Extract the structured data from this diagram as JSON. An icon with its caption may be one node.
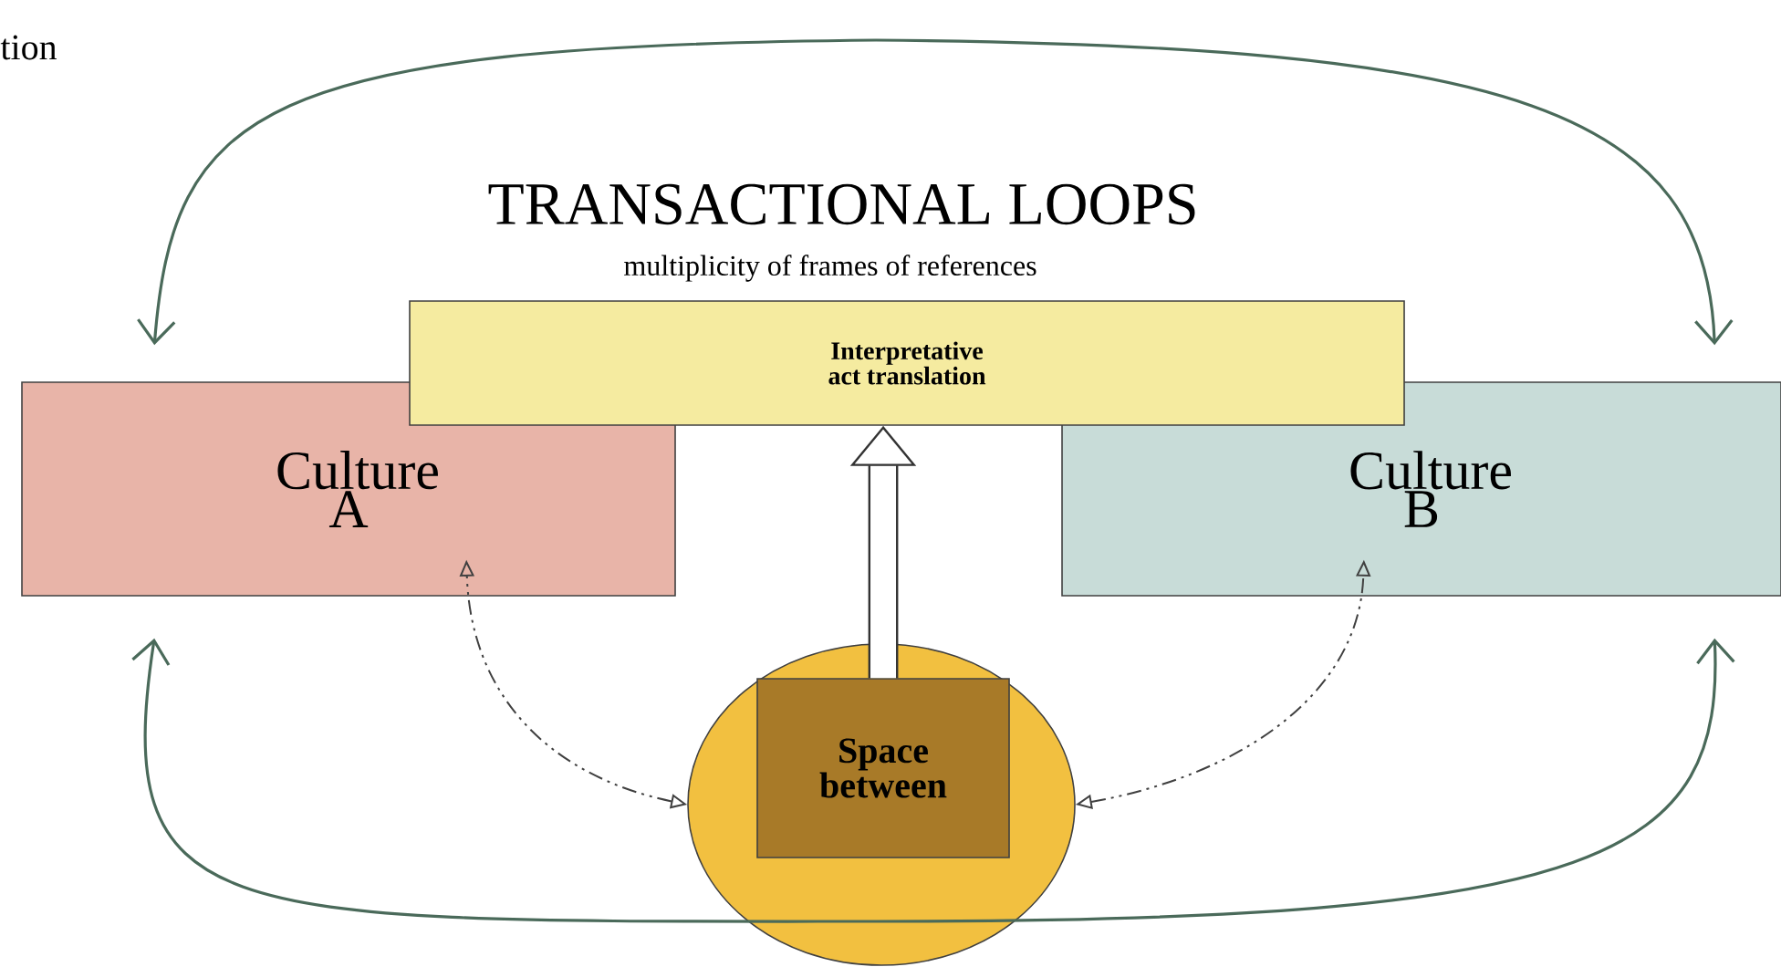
{
  "diagram": {
    "title": "TRANSACTIONAL LOOPS",
    "nodes": [
      {
        "text": [
          "Interpretative act translation"
        ]
      },
      {
        "text": [
          "Culture A"
        ]
      },
      {
        "text": [
          "Culture B"
        ]
      },
      {
        "text": [],
        "shape": "circle"
      },
      {
        "text": [
          "Space between"
        ],
        "in": 3
      }
    ],
    "edges": [
      {
        "from": 1,
        "to": 2,
        "arrow": "both",
        "color": "#4a6a5a"
      },
      {
        "from": 1,
        "to": 2,
        "arrow": "both",
        "color": "#4a6a5a"
      },
      {
        "from": 3,
        "to": 1,
        "arrow": "both",
        "style": "dashed"
      },
      {
        "from": 3,
        "to": 2,
        "arrow": "both",
        "style": "dashed"
      },
      {
        "from": 4,
        "to": 0,
        "arrow": "to",
        "style": "thick"
      }
    ],
    "labels": [
      "tion",
      "multiplicity of frames of references"
    ]
  }
}
